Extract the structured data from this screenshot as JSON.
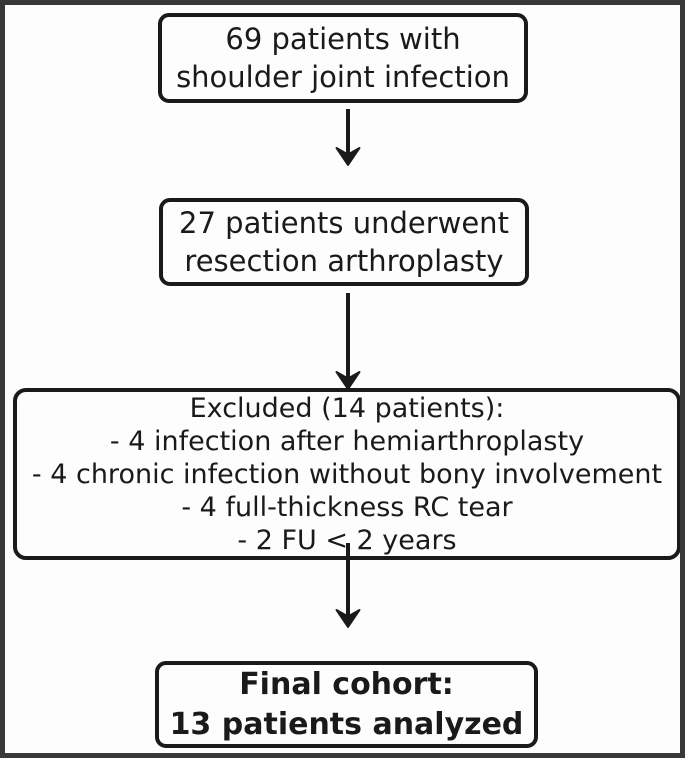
{
  "flowchart": {
    "boxes": {
      "initial": {
        "lines": [
          "69 patients with",
          "shoulder joint infection"
        ]
      },
      "resection": {
        "lines": [
          "27 patients underwent",
          "resection arthroplasty"
        ]
      },
      "excluded": {
        "heading": "Excluded (14 patients):",
        "items": [
          "- 4 infection after hemiarthroplasty",
          "- 4 chronic infection without bony involvement",
          "- 4 full-thickness RC tear",
          "- 2 FU < 2 years"
        ]
      },
      "final": {
        "lines": [
          "Final cohort:",
          "13 patients analyzed"
        ]
      }
    },
    "colors": {
      "box_border": "#1a1a1a",
      "text": "#1a1a1a",
      "background": "#fdfdfd",
      "outer_frame": "#383838"
    }
  }
}
